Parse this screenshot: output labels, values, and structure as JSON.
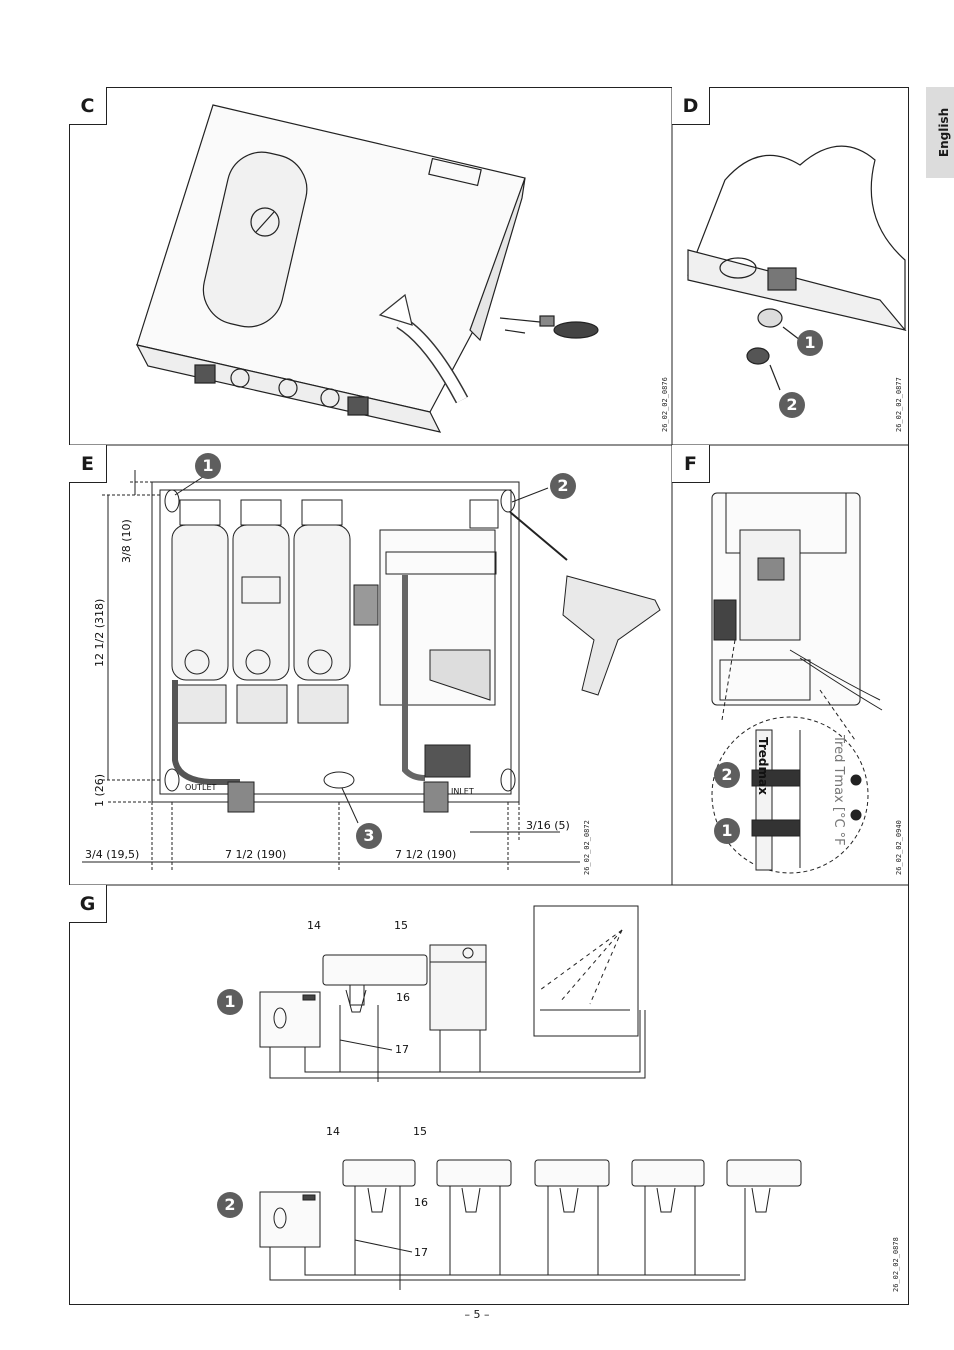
{
  "tab": {
    "language": "English"
  },
  "panels": {
    "C": {
      "label": "C",
      "ref": "26_02_02_0876"
    },
    "D": {
      "label": "D",
      "ref": "26_02_02_0877",
      "callouts": [
        "1",
        "2"
      ]
    },
    "E": {
      "label": "E",
      "ref": "26_02_02_0872",
      "callouts": [
        "1",
        "2",
        "3"
      ],
      "dims": {
        "top_small": "3/8 (10)",
        "height": "12 1/2 (318)",
        "bottom": "1 (26)",
        "left": "3/4 (19,5)",
        "width_left": "7 1/2 (190)",
        "width_right": "7 1/2 (190)",
        "right_small": "3/16 (5)"
      },
      "labels": {
        "outlet": "OUTLET",
        "inlet": "INLET"
      }
    },
    "F": {
      "label": "F",
      "ref": "26_02_02_0940",
      "callouts": [
        "2",
        "1"
      ],
      "texts": {
        "a": "Tred Tmax [°C °F",
        "b": "Tredmax"
      }
    },
    "G": {
      "label": "G",
      "ref": "26_02_02_0878",
      "callouts": [
        "1",
        "2"
      ],
      "numbers": {
        "n14": "14",
        "n15": "15",
        "n16": "16",
        "n17": "17"
      }
    }
  },
  "footer": {
    "page": "– 5 –"
  }
}
